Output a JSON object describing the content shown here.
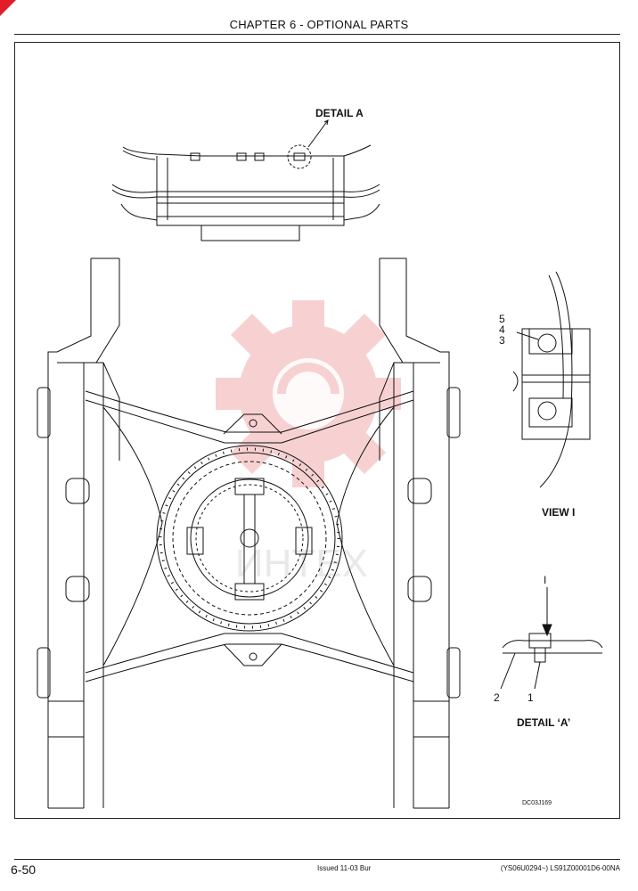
{
  "header": {
    "chapter_title": "CHAPTER 6 - OPTIONAL PARTS"
  },
  "drawing": {
    "detail_a_title": "DETAIL A",
    "view_i_title": "VIEW I",
    "detail_a_caption": "DETAIL ‘A’",
    "view_arrow_label": "I",
    "callouts": {
      "c5": "5",
      "c4": "4",
      "c3": "3",
      "c2": "2",
      "c1": "1"
    },
    "drawing_code": "DC03J169",
    "watermark_text": "ИНТЕХ"
  },
  "footer": {
    "page_number": "6-50",
    "issued": "Issued 11-03   Bur",
    "doc_ref": "(YS06U0294~)   LS91Z00001D6-00NA"
  },
  "colors": {
    "watermark": "#f6c9c9",
    "corner_mark": "#e11d2a",
    "line": "#111111"
  }
}
